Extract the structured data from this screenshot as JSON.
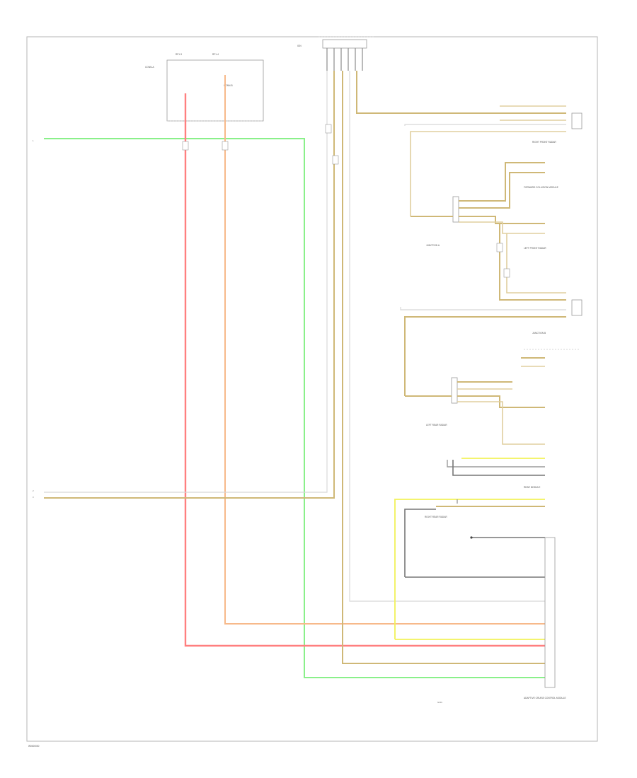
{
  "footer_code": "W0000000",
  "labels": {
    "splice_left": "RF1-3",
    "splice_right": "RF1-4",
    "ground_left": "CONN-A",
    "ground_right": "CONN-B",
    "top_module": "IGN",
    "left_row1": "1",
    "left_row2": "2",
    "left_row3": "3",
    "right_front_sensor": "RIGHT FRONT RADAR",
    "fwd_camera": "FORWARD COLLISION MODULE",
    "left_front_radar": "LEFT FRONT RADAR",
    "junction_a": "JUNCTION A",
    "junction_b": "JUNCTION B",
    "left_rear_radar": "LEFT REAR RADAR",
    "right_rear_radar": "RIGHT REAR RADAR",
    "rear_module": "REAR MODULE",
    "bottom_module": "ADAPTIVE CRUISE CONTROL MODULE",
    "bottom_ground": "G101"
  }
}
